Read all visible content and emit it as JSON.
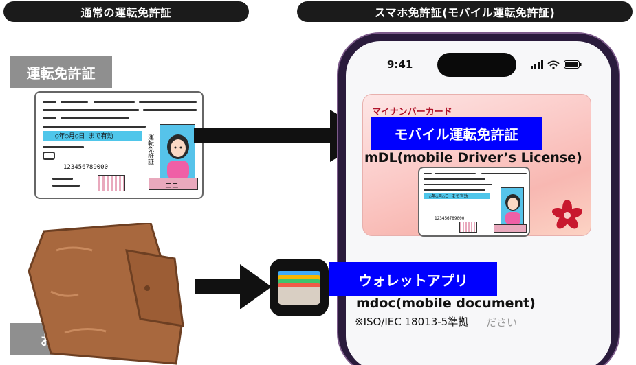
{
  "headers": {
    "left": "通常の運転免許証",
    "right": "スマホ免許証(モバイル運転免許証)"
  },
  "labels": {
    "license": "運転免許証",
    "wallet": "お財布",
    "mobile_license": "モバイル運転免許証",
    "wallet_app": "ウォレットアプリ"
  },
  "card": {
    "expiry": "○年○月○日 まで有効",
    "number": "123456789000",
    "vertical_label": "運転免許証",
    "bottom_code": "ニニ"
  },
  "phone": {
    "time": "9:41",
    "card_title": "マイナンバーカード"
  },
  "texts": {
    "mdl": "mDL(mobile Driver’s License)",
    "mdoc": "mdoc(mobile document)",
    "iso": "※ISO/IEC 18013-5準拠",
    "faded": "ださい"
  },
  "colors": {
    "label_gray": "#8f8f8f",
    "label_blue": "#0000ff",
    "header_dark": "#1b1b1b",
    "card_band": "#4fc6ea",
    "mnc_title": "#b0142a"
  },
  "icons": [
    "arrow-right-icon",
    "wallet-illustration",
    "wallet-app-icon",
    "sakura-icon",
    "signal-icon",
    "wifi-icon",
    "battery-icon"
  ]
}
